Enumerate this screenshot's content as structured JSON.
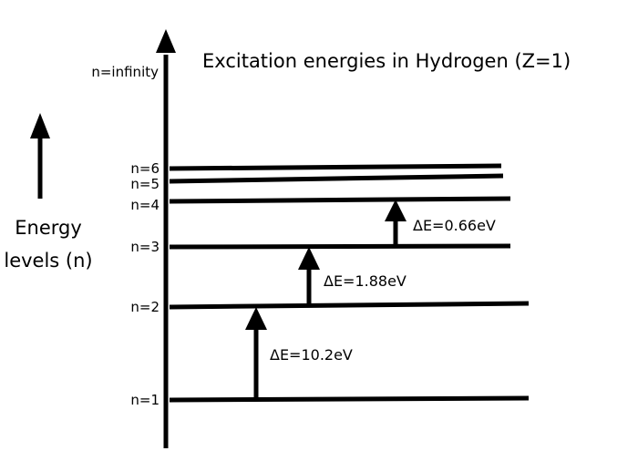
{
  "title": "Excitation energies in Hydrogen (Z=1)",
  "axis": {
    "top_label": "n=infinity",
    "side_label_line1": "Energy",
    "side_label_line2": "levels (n)"
  },
  "levels": [
    {
      "label": "n=1"
    },
    {
      "label": "n=2"
    },
    {
      "label": "n=3"
    },
    {
      "label": "n=4"
    },
    {
      "label": "n=5"
    },
    {
      "label": "n=6"
    }
  ],
  "transitions": [
    {
      "from": "n=1",
      "to": "n=2",
      "label": "ΔE=10.2eV"
    },
    {
      "from": "n=2",
      "to": "n=3",
      "label": "ΔE=1.88eV"
    },
    {
      "from": "n=3",
      "to": "n=4",
      "label": "ΔE=0.66eV"
    }
  ],
  "colors": {
    "ink": "#000000",
    "background": "#ffffff"
  }
}
